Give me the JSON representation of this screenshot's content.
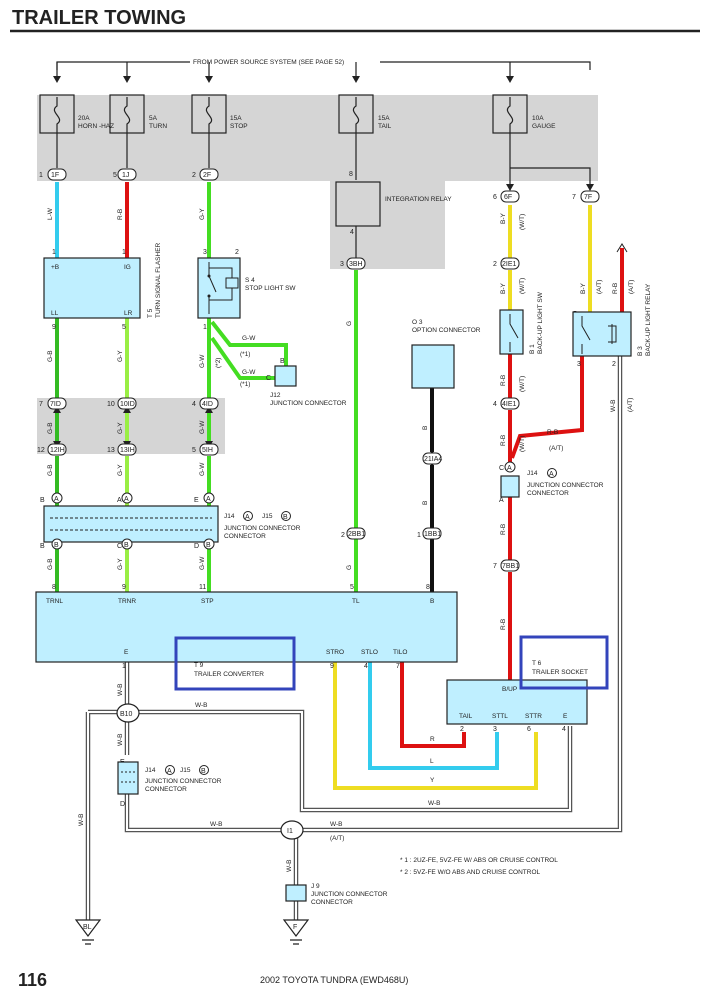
{
  "title": "TRAILER TOWING",
  "power_source": "FROM POWER SOURCE SYSTEM (SEE PAGE 52)",
  "fuses": [
    {
      "rating": "20A",
      "name": "HORN -HAZ"
    },
    {
      "rating": "5A",
      "name": "TURN"
    },
    {
      "rating": "15A",
      "name": "STOP"
    },
    {
      "rating": "15A",
      "name": "TAIL"
    },
    {
      "rating": "10A",
      "name": "GAUGE"
    }
  ],
  "connectors": {
    "c1f": "1F",
    "c1j": "1J",
    "c2f": "2F",
    "c6f": "6F",
    "c7f": "7F",
    "c3bh": "3BH",
    "c2ie1": "2IE1",
    "c4ie1": "4IE1",
    "c21ia4": "21IA4",
    "c7id": "7ID",
    "c10id": "10ID",
    "c4id": "4ID",
    "c12ih": "12IH",
    "c13ih": "13IH",
    "c5ih": "5IH",
    "c2bb1": "2BB1",
    "c1bb1": "1BB1",
    "c7bb1": "7BB1"
  },
  "pins": {
    "p1f": "1",
    "p5j": "5",
    "p2f": "2",
    "p8": "8",
    "p6f": "6",
    "p7f": "7",
    "p3": "3",
    "p4a": "4",
    "p1ig": "1",
    "p3b": "3",
    "p2sw": "2",
    "p1sw": "1",
    "p9": "9",
    "p5lr": "5",
    "p1stp": "1",
    "p7b": "7",
    "p10": "10",
    "p4b": "4",
    "p12": "12",
    "p13": "13",
    "p5c": "5",
    "pB1": "B",
    "pA1": "A",
    "pE1": "E",
    "pB2": "B",
    "pC2": "C",
    "pD2": "D",
    "p1b": "1",
    "p4c": "4",
    "p2e": "2",
    "p1g": "1",
    "p8b": "8",
    "p9b": "9",
    "p11": "11",
    "p5d": "5",
    "p8c": "8",
    "p1e": "1",
    "p9s": "9",
    "p4s": "4",
    "p7s": "7",
    "p2t": "2",
    "p3t": "3",
    "p6t": "6",
    "p4t": "4",
    "p1t": "1",
    "pC3": "C",
    "pA3": "A",
    "pE4": "E",
    "pD4": "D",
    "p5bu": "5",
    "p1bu": "1",
    "p2bu": "2",
    "p3bu": "3",
    "p4ia": "4",
    "pC5": "C",
    "pA5": "A"
  },
  "wire_colors": {
    "lw": "L-W",
    "rb": "R-B",
    "gy": "G-Y",
    "g": "G",
    "by": "B-Y",
    "by2": "B-Y",
    "gb": "G-B",
    "gy2": "G-Y",
    "gw": "G-W",
    "gw1": "G-W",
    "gw2": "G-W",
    "gb2": "G-B",
    "gy3": "G-Y",
    "gw3": "G-W",
    "gb3": "G-B",
    "gy4": "G-Y",
    "gw4": "G-W",
    "g2": "G",
    "b": "B",
    "b2": "B",
    "wb1": "W-B",
    "wb2": "W-B",
    "wb3": "W-B",
    "wb4": "W-B",
    "wb5": "W-B",
    "wb6": "W-B",
    "wb7": "W-B",
    "wb8": "W-B",
    "r": "R",
    "l": "L",
    "y": "Y",
    "rb2": "R-B",
    "rb3": "R-B",
    "rb4": "R-B",
    "rb5": "R-B",
    "rb6": "R-B",
    "wt1": "(W/T)",
    "wt2": "(W/T)",
    "wt3": "(W/T)",
    "wt4": "(W/T)",
    "at1": "(A/T)",
    "at2": "(A/T)",
    "at3": "(A/T)",
    "at4": "(A/T)",
    "at5": "(A/T)",
    "n1": "(*1)",
    "n2": "(*2)",
    "n3": "(*1)"
  },
  "components": {
    "flasher": {
      "pins": [
        "+B",
        "IG",
        "LL",
        "LR"
      ],
      "id": "T 5",
      "name": "TURN SIGNAL FLASHER"
    },
    "stop_sw": {
      "id": "S 4",
      "name": "STOP LIGHT SW"
    },
    "integration_relay": "INTEGRATION RELAY",
    "j12": {
      "id": "J12",
      "name": "JUNCTION CONNECTOR"
    },
    "o3": {
      "id": "O 3",
      "name": "OPTION CONNECTOR"
    },
    "b1": {
      "id": "B 1",
      "name": "BACK-UP LIGHT SW"
    },
    "b3": {
      "id": "B 3",
      "name": "BACK-UP LIGHT RELAY"
    },
    "j14_top": {
      "id": "J14",
      "name": "JUNCTION CONNECTOR",
      "tag": "A"
    },
    "j14_main": {
      "id1": "J14",
      "tag1": "A",
      "id2": "J15",
      "tag2": "B",
      "name": "JUNCTION CONNECTOR"
    },
    "j14_bot": {
      "id1": "J14",
      "tag1": "A",
      "id2": "J15",
      "tag2": "B",
      "name": "JUNCTION CONNECTOR"
    },
    "j9": {
      "id": "J 9",
      "name": "JUNCTION CONNECTOR"
    },
    "t9": {
      "id": "T 9",
      "name": "TRAILER CONVERTER",
      "pins": [
        "TRNL",
        "TRNR",
        "STP",
        "TL",
        "B",
        "E",
        "STRO",
        "STLO",
        "TILO"
      ]
    },
    "t6": {
      "id": "T 6",
      "name": "TRAILER SOCKET",
      "pins": [
        "B/UP",
        "TAIL",
        "STTL",
        "STTR",
        "E"
      ]
    },
    "b10": "B10",
    "i1": "I1",
    "ground_bl": "BL",
    "ground_f": "F"
  },
  "notes": [
    "* 1 : 2UZ-FE, 5VZ-FE W/ ABS OR CRUISE CONTROL",
    "* 2 : 5VZ-FE W/O ABS AND CRUISE CONTROL"
  ],
  "footer": {
    "page": "116",
    "doc": "2002 TOYOTA TUNDRA (EWD468U)"
  }
}
